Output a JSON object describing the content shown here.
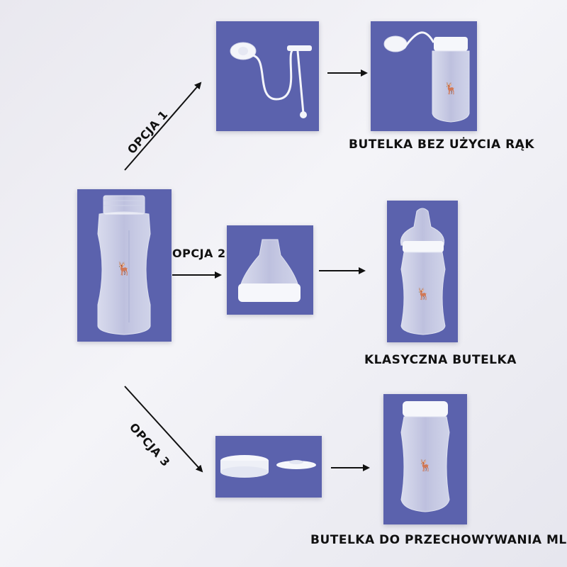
{
  "options": {
    "option1": "OPCJA 1",
    "option2": "OPCJA 2",
    "option3": "OPCJA 3"
  },
  "captions": {
    "hands_free": "BUTELKA BEZ UŻYCIA RĄK",
    "classic": "KLASYCZNA BUTELKA",
    "storage": "BUTELKA DO PRZECHOWYWANIA MLEKA"
  },
  "colors": {
    "panel": "#5b62ad",
    "background": "#efeff4",
    "text": "#111111"
  }
}
